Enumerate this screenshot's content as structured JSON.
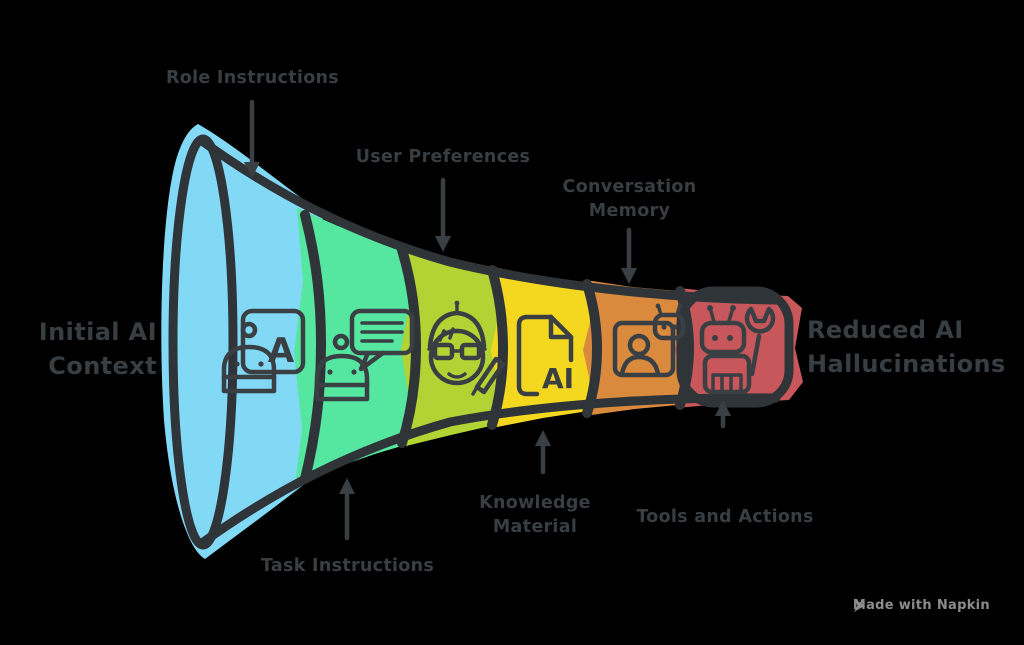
{
  "diagram": {
    "left_title": {
      "line1": "Initial AI",
      "line2": "Context"
    },
    "right_title": {
      "line1": "Reduced AI",
      "line2": "Hallucinations"
    },
    "callouts": {
      "role_instructions": "Role Instructions",
      "user_preferences": "User Preferences",
      "conversation_memory_line1": "Conversation",
      "conversation_memory_line2": "Memory",
      "task_instructions": "Task Instructions",
      "knowledge_material_line1": "Knowledge",
      "knowledge_material_line2": "Material",
      "tools_and_actions": "Tools and Actions"
    },
    "segments": [
      {
        "name": "Role Instructions",
        "color": "#82d9f5",
        "icon": "robot-letter-board-icon",
        "icon_text": "A"
      },
      {
        "name": "Task Instructions",
        "color": "#55e6a0",
        "icon": "robot-speech-bubble-icon"
      },
      {
        "name": "User Preferences",
        "color": "#b2d334",
        "icon": "person-glasses-pencil-icon"
      },
      {
        "name": "Knowledge Material",
        "color": "#f4d820",
        "icon": "ai-document-icon",
        "icon_text": "AI"
      },
      {
        "name": "Conversation Memory",
        "color": "#d98a3d",
        "icon": "contact-card-robot-icon"
      },
      {
        "name": "Tools and Actions",
        "color": "#c8575c",
        "icon": "robot-wrench-icon"
      }
    ],
    "watermark": {
      "prefix": "Made with",
      "brand": "Napkin"
    },
    "colors": {
      "background": "#000000",
      "outline": "#2f3438",
      "icon_stroke": "#3a3f44",
      "label_text": "#383e42",
      "watermark_text": "#8c8c8c"
    }
  }
}
